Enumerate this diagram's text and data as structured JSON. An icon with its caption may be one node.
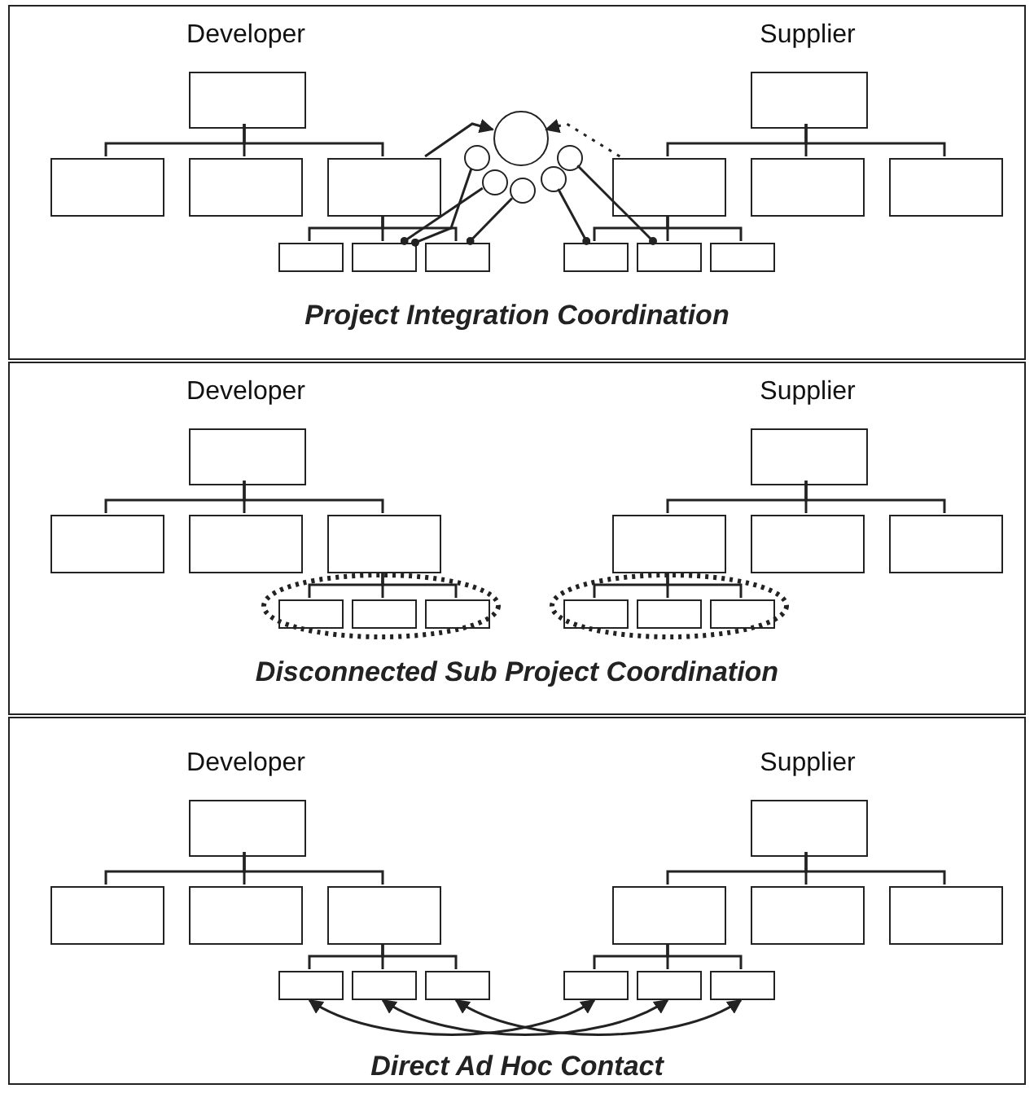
{
  "diagram": {
    "nodes": [
      {
        "text": [
          "Project Integration Coordination"
        ]
      },
      {
        "text": [
          "Developer"
        ],
        "in": 0
      },
      {
        "text": [],
        "shape": "box",
        "in": 0
      },
      {
        "text": [],
        "shape": "box",
        "in": 0
      },
      {
        "text": [],
        "shape": "box",
        "in": 0
      },
      {
        "text": [],
        "shape": "box",
        "in": 0
      },
      {
        "text": [],
        "shape": "box",
        "in": 0
      },
      {
        "text": [],
        "shape": "box",
        "in": 0
      },
      {
        "text": [
          "Supplier"
        ],
        "in": 0
      },
      {
        "text": [],
        "shape": "box",
        "in": 0
      },
      {
        "text": [],
        "shape": "box",
        "in": 0
      },
      {
        "text": [],
        "shape": "box",
        "in": 0
      },
      {
        "text": [],
        "shape": "box",
        "in": 0
      },
      {
        "text": [],
        "shape": "box",
        "in": 0
      },
      {
        "text": [],
        "shape": "box",
        "in": 0
      },
      {
        "text": [],
        "shape": "circle",
        "in": 0
      },
      {
        "text": [],
        "shape": "circle",
        "in": 0
      },
      {
        "text": [],
        "shape": "circle",
        "in": 0
      },
      {
        "text": [],
        "shape": "circle",
        "in": 0
      },
      {
        "text": [],
        "shape": "circle",
        "in": 0
      },
      {
        "text": [],
        "shape": "circle",
        "in": 0
      },
      {
        "text": [
          "Disconnected Sub Project Coordination"
        ]
      },
      {
        "text": [
          "Developer"
        ],
        "in": 21
      },
      {
        "text": [],
        "shape": "box",
        "in": 21
      },
      {
        "text": [],
        "shape": "box",
        "in": 21
      },
      {
        "text": [],
        "shape": "box",
        "in": 21
      },
      {
        "text": [],
        "shape": "box",
        "in": 21
      },
      {
        "text": [],
        "shape": "box",
        "in": 21
      },
      {
        "text": [],
        "shape": "box",
        "in": 21
      },
      {
        "text": [
          "Supplier"
        ],
        "in": 21
      },
      {
        "text": [],
        "shape": "box",
        "in": 21
      },
      {
        "text": [],
        "shape": "box",
        "in": 21
      },
      {
        "text": [],
        "shape": "box",
        "in": 21
      },
      {
        "text": [],
        "shape": "box",
        "in": 21
      },
      {
        "text": [],
        "shape": "box",
        "in": 21
      },
      {
        "text": [],
        "shape": "box",
        "in": 21
      },
      {
        "text": [
          "Direct Ad Hoc Contact"
        ]
      },
      {
        "text": [
          "Developer"
        ],
        "in": 36
      },
      {
        "text": [],
        "shape": "box",
        "in": 36
      },
      {
        "text": [],
        "shape": "box",
        "in": 36
      },
      {
        "text": [],
        "shape": "box",
        "in": 36
      },
      {
        "text": [],
        "shape": "box",
        "in": 36
      },
      {
        "text": [],
        "shape": "box",
        "in": 36
      },
      {
        "text": [],
        "shape": "box",
        "in": 36
      },
      {
        "text": [
          "Supplier"
        ],
        "in": 36
      },
      {
        "text": [],
        "shape": "box",
        "in": 36
      },
      {
        "text": [],
        "shape": "box",
        "in": 36
      },
      {
        "text": [],
        "shape": "box",
        "in": 36
      },
      {
        "text": [],
        "shape": "box",
        "in": 36
      },
      {
        "text": [],
        "shape": "box",
        "in": 36
      },
      {
        "text": [],
        "shape": "box",
        "in": 36
      }
    ],
    "edges": [
      {
        "from": 1,
        "to": 2,
        "arrow": "none"
      },
      {
        "from": 1,
        "to": 3,
        "arrow": "none"
      },
      {
        "from": 1,
        "to": 4,
        "arrow": "none"
      },
      {
        "from": 4,
        "to": 5,
        "arrow": "none"
      },
      {
        "from": 4,
        "to": 6,
        "arrow": "none"
      },
      {
        "from": 4,
        "to": 7,
        "arrow": "none"
      },
      {
        "from": 8,
        "to": 9,
        "arrow": "none"
      },
      {
        "from": 8,
        "to": 10,
        "arrow": "none"
      },
      {
        "from": 8,
        "to": 11,
        "arrow": "none"
      },
      {
        "from": 9,
        "to": 12,
        "arrow": "none"
      },
      {
        "from": 9,
        "to": 13,
        "arrow": "none"
      },
      {
        "from": 9,
        "to": 14,
        "arrow": "none"
      },
      {
        "from": 22,
        "to": 23,
        "arrow": "none"
      },
      {
        "from": 22,
        "to": 24,
        "arrow": "none"
      },
      {
        "from": 22,
        "to": 25,
        "arrow": "none"
      },
      {
        "from": 25,
        "to": 26,
        "arrow": "none"
      },
      {
        "from": 25,
        "to": 27,
        "arrow": "none"
      },
      {
        "from": 25,
        "to": 28,
        "arrow": "none"
      },
      {
        "from": 29,
        "to": 30,
        "arrow": "none"
      },
      {
        "from": 29,
        "to": 31,
        "arrow": "none"
      },
      {
        "from": 29,
        "to": 32,
        "arrow": "none"
      },
      {
        "from": 30,
        "to": 33,
        "arrow": "none"
      },
      {
        "from": 30,
        "to": 34,
        "arrow": "none"
      },
      {
        "from": 30,
        "to": 35,
        "arrow": "none"
      },
      {
        "from": 37,
        "to": 38,
        "arrow": "none"
      },
      {
        "from": 37,
        "to": 39,
        "arrow": "none"
      },
      {
        "from": 37,
        "to": 40,
        "arrow": "none"
      },
      {
        "from": 40,
        "to": 41,
        "arrow": "none"
      },
      {
        "from": 40,
        "to": 42,
        "arrow": "none"
      },
      {
        "from": 40,
        "to": 43,
        "arrow": "none"
      },
      {
        "from": 44,
        "to": 45,
        "arrow": "none"
      },
      {
        "from": 44,
        "to": 46,
        "arrow": "none"
      },
      {
        "from": 44,
        "to": 47,
        "arrow": "none"
      },
      {
        "from": 45,
        "to": 48,
        "arrow": "none"
      },
      {
        "from": 45,
        "to": 49,
        "arrow": "none"
      },
      {
        "from": 45,
        "to": 50,
        "arrow": "none"
      },
      {
        "from": 4,
        "to": 15,
        "arrow": "to"
      },
      {
        "from": 9,
        "to": 15,
        "arrow": "to",
        "style": "dashed"
      },
      {
        "from": 6,
        "to": 16,
        "arrow": "other"
      },
      {
        "from": 6,
        "to": 17,
        "arrow": "other"
      },
      {
        "from": 7,
        "to": 18,
        "arrow": "other"
      },
      {
        "from": 12,
        "to": 19,
        "arrow": "other"
      },
      {
        "from": 13,
        "to": 20,
        "arrow": "other"
      },
      {
        "from": 41,
        "to": 48,
        "arrow": "both"
      },
      {
        "from": 42,
        "to": 49,
        "arrow": "both"
      },
      {
        "from": 43,
        "to": 50,
        "arrow": "both"
      }
    ]
  }
}
